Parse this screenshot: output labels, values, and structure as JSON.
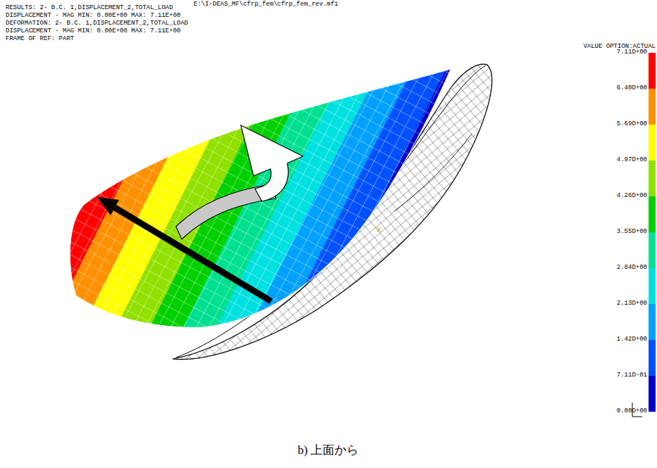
{
  "diagram": {
    "caption": "b) 上面から",
    "labels": [
      "E:\\I-DEAS_MF\\cfrp_fem\\cfrp_fem_rev.mf1",
      "RESULTS: 2- B.C. 1,DISPLACEMENT_2,TOTAL_LOAD",
      "DISPLACEMENT - MAG MIN: 0.00E+00 MAX: 7.11E+00",
      "DEFORMATION: 2- B.C. 1,DISPLACEMENT_2,TOTAL_LOAD",
      "DISPLACEMENT - MAG MIN: 0.00E+00 MAX: 7.11E+00",
      "FRAME OF REF: PART",
      "VALUE OPTION:ACTUAL",
      "7.11D+00",
      "6.40D+00",
      "5.69D+00",
      "4.97D+00",
      "4.26D+00",
      "3.55D+00",
      "2.84D+00",
      "2.13D+00",
      "1.42D+00",
      "7.11D-01",
      "0.00D+00",
      "X"
    ]
  }
}
